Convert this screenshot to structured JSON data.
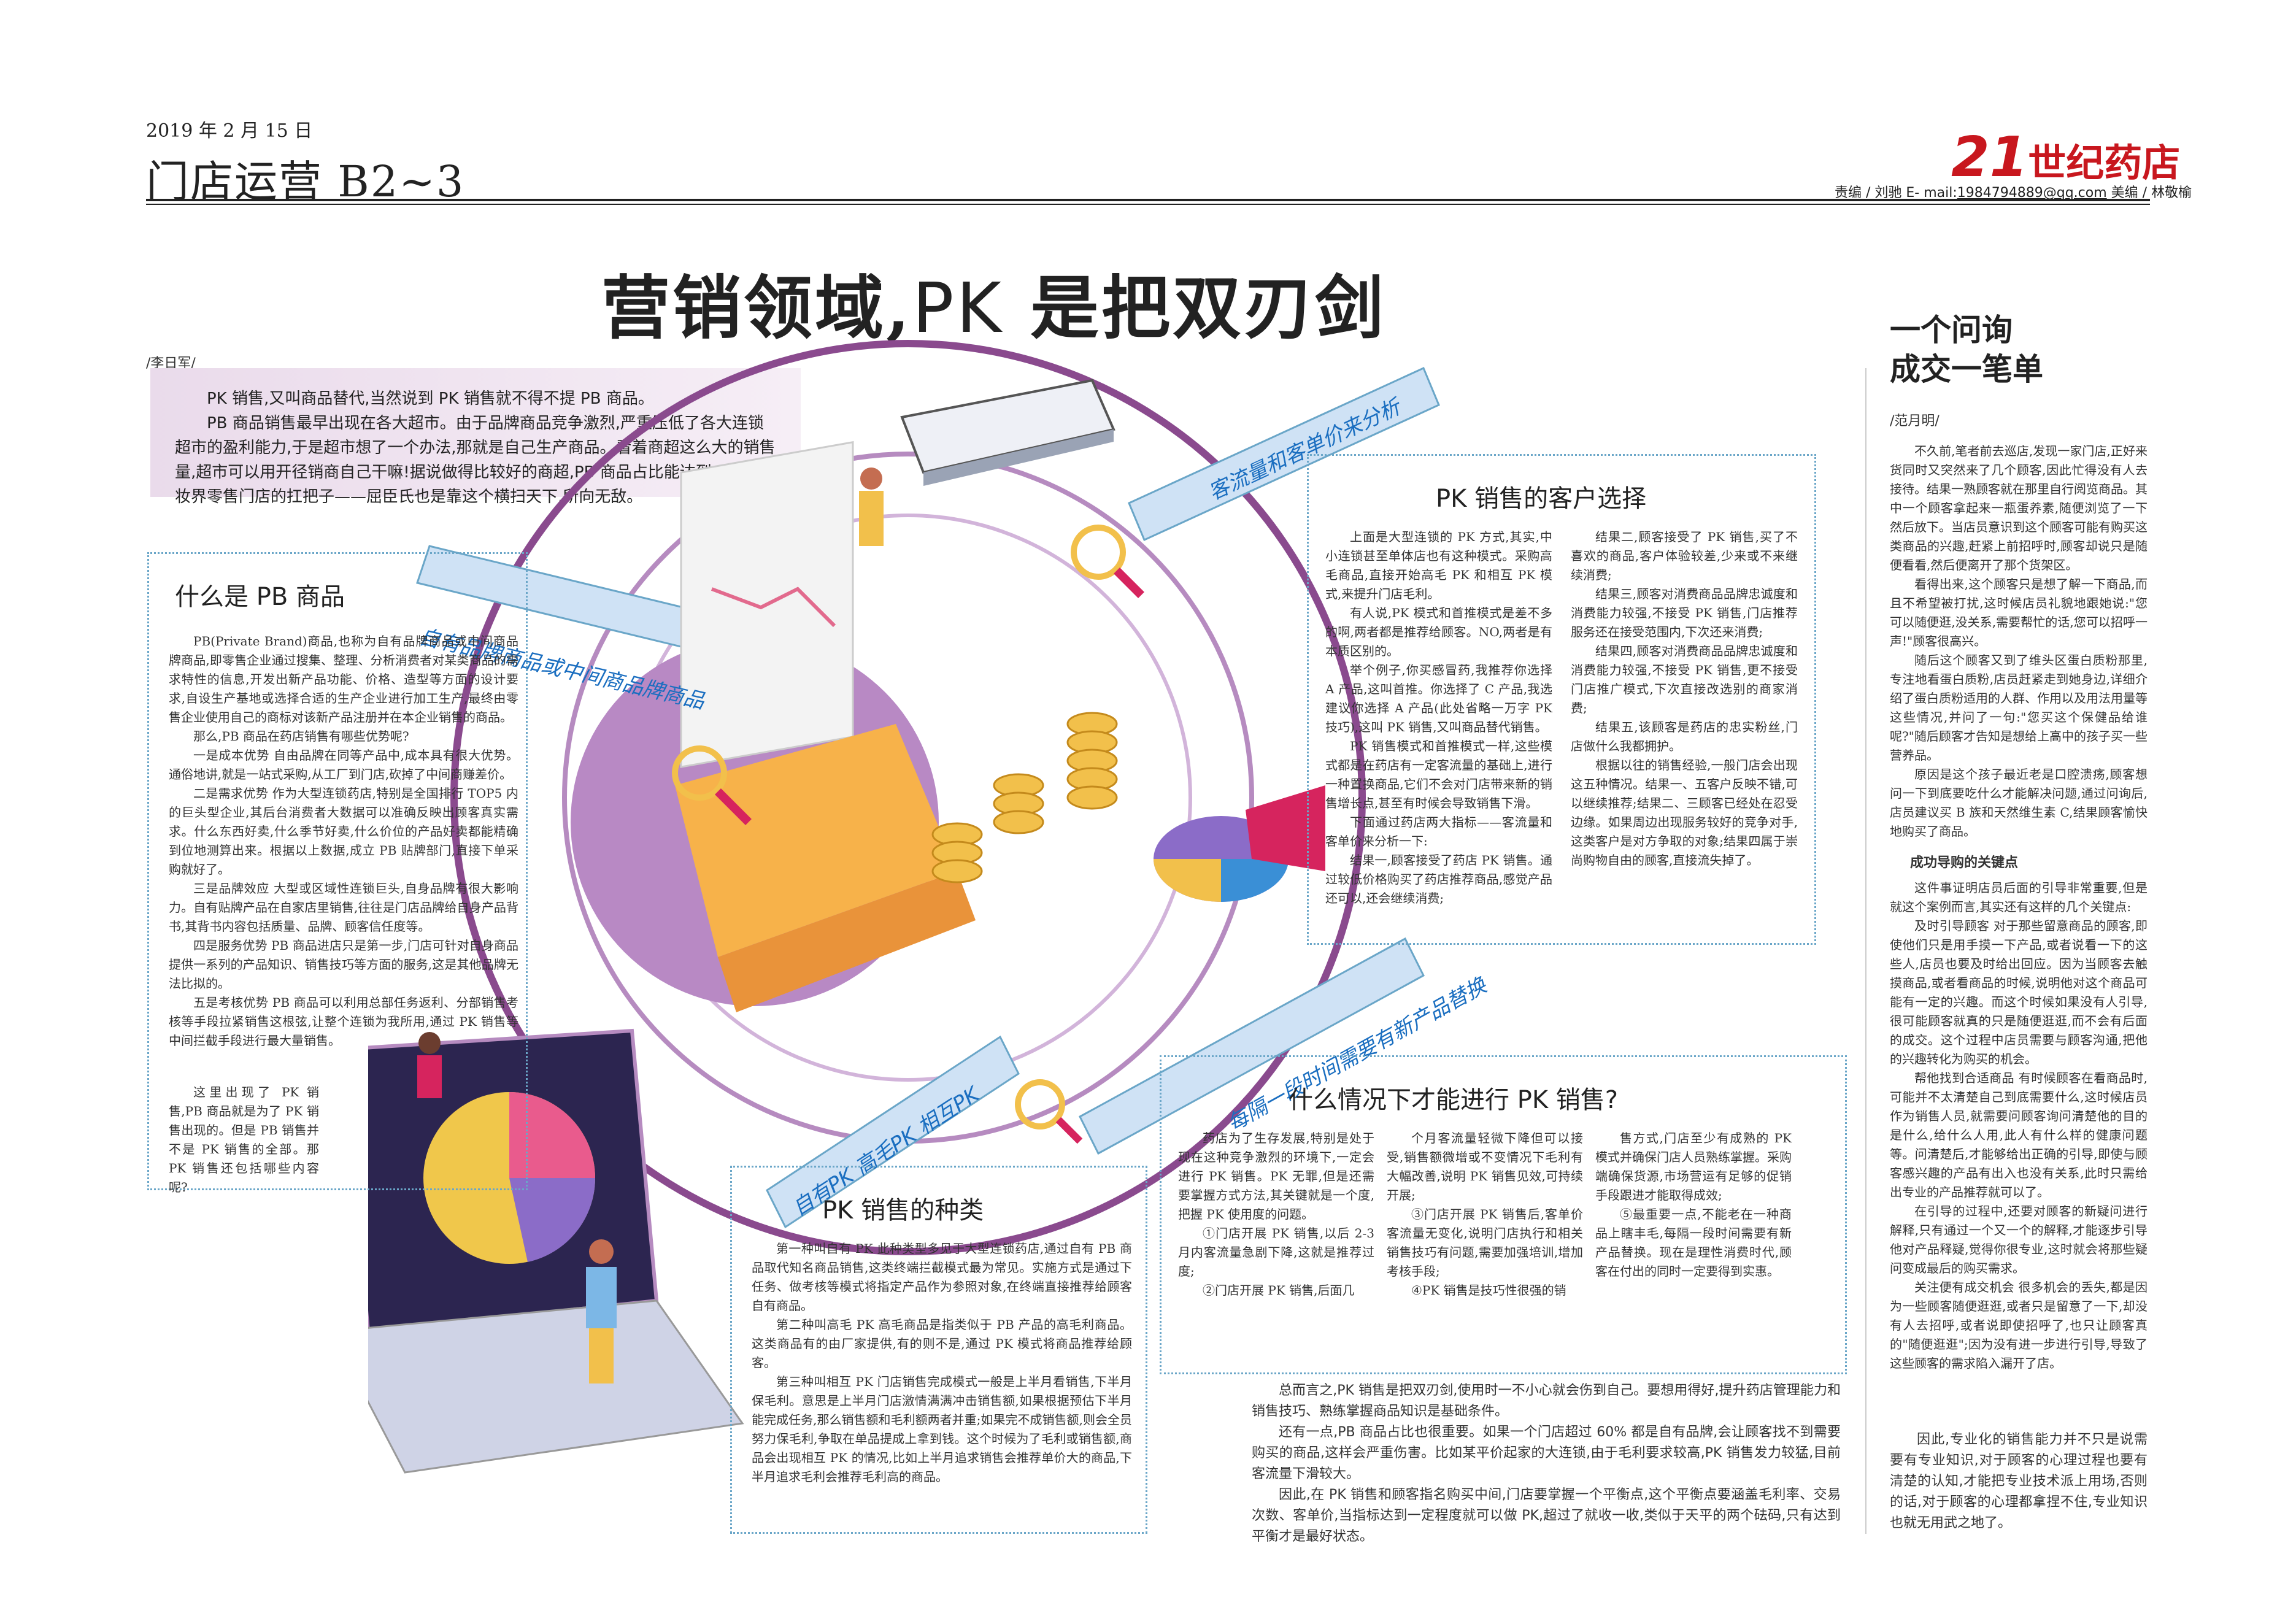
{
  "header": {
    "date": "2019 年 2 月 15 日",
    "section": "门店运营  B2~3",
    "logo_num": "21",
    "logo_text": "世纪药店",
    "credits_prefix": "责编 / 刘驰  E- mail:",
    "credits_email": "1984794889@qq.com",
    "credits_suffix": " 美编 / 林敬榆"
  },
  "main": {
    "title_a": "营销领域,",
    "title_pk": "PK",
    "title_b": " 是把双刃剑",
    "byline": "/李日军/",
    "lead": [
      "PK 销售,又叫商品替代,当然说到 PK 销售就不得不提 PB 商品。",
      "PB 商品销售最早出现在各大超市。由于品牌商品竞争激烈,严重压低了各大连锁超市的盈利能力,于是超市想了一个办法,那就是自己生产商品。看着商超这么大的销售量,超市可以用开径销商自己干嘛!据说做得比较好的商超,PB 商品占比能达到 40%,化妆界零售门店的扛把子——屈臣氏也是靠这个横扫天下,所向无敌。"
    ]
  },
  "banners": {
    "b1": "自有品牌商品或中间商品牌商品",
    "b2": "客流量和客单价来分析",
    "b3": "每隔一段时间需要有新产品替换",
    "b4": "自有PK 高毛PK 相互PK"
  },
  "pb": {
    "head": "什么是 PB 商品",
    "paras": [
      "PB(Private Brand)商品,也称为自有品牌商品或中间商品牌商品,即零售企业通过搜集、整理、分析消费者对某类商品的需求特性的信息,开发出新产品功能、价格、造型等方面的设计要求,自设生产基地或选择合适的生产企业进行加工生产,最终由零售企业使用自己的商标对该新产品注册并在本企业销售的商品。",
      "那么,PB 商品在药店销售有哪些优势呢?",
      "一是成本优势  自由品牌在同等产品中,成本具有很大优势。通俗地讲,就是一站式采购,从工厂到门店,砍掉了中间商赚差价。",
      "二是需求优势  作为大型连锁药店,特别是全国排行 TOP5 内的巨头型企业,其后台消费者大数据可以准确反映出顾客真实需求。什么东西好卖,什么季节好卖,什么价位的产品好卖都能精确到位地测算出来。根据以上数据,成立 PB 贴牌部门,直接下单采购就好了。",
      "三是品牌效应  大型或区域性连锁巨头,自身品牌有很大影响力。自有贴牌产品在自家店里销售,往往是门店品牌给自身产品背书,其背书内容包括质量、品牌、顾客信任度等。",
      "四是服务优势  PB 商品进店只是第一步,门店可针对自身商品提供一系列的产品知识、销售技巧等方面的服务,这是其他品牌无法比拟的。",
      "五是考核优势  PB 商品可以利用总部任务返利、分部销售考核等手段拉紧销售这根弦,让整个连锁为我所用,通过 PK 销售等中间拦截手段进行最大量销售。",
      "这里出现了 PK 销售,PB 商品就是为了 PK 销售出现的。但是 PB 销售并不是 PK 销售的全部。那 PK 销售还包括哪些内容呢?"
    ]
  },
  "kinds": {
    "head": "PK 销售的种类",
    "paras": [
      "第一种叫自有 PK  此种类型多见于大型连锁药店,通过自有 PB 商品取代知名商品销售,这类终端拦截模式最为常见。实施方式是通过下任务、做考核等模式将指定产品作为参照对象,在终端直接推荐给顾客自有商品。",
      "第二种叫高毛 PK  高毛商品是指类似于 PB 产品的高毛利商品。这类商品有的由厂家提供,有的则不是,通过 PK 模式将商品推荐给顾客。",
      "第三种叫相互 PK  门店销售完成模式一般是上半月看销售,下半月保毛利。意思是上半月门店激情满满冲击销售额,如果根据预估下半月能完成任务,那么销售额和毛利额两者并重;如果完不成销售额,则会全员努力保毛利,争取在单品提成上拿到钱。这个时候为了毛利或销售额,商品会出现相互 PK 的情况,比如上半月追求销售会推荐单价大的商品,下半月追求毛利会推荐毛利高的商品。"
    ]
  },
  "clients": {
    "head": "PK 销售的客户选择",
    "col1": [
      "上面是大型连锁的 PK 方式,其实,中小连锁甚至单体店也有这种模式。采购高毛商品,直接开始高毛 PK 和相互 PK 模式,来提升门店毛利。",
      "有人说,PK 模式和首推模式是差不多的啊,两者都是推荐给顾客。NO,两者是有本质区别的。",
      "举个例子,你买感冒药,我推荐你选择 A 产品,这叫首推。你选择了 C 产品,我选建议你选择 A 产品(此处省略一万字 PK 技巧),这叫 PK 销售,又叫商品替代销售。",
      "PK 销售模式和首推模式一样,这些模式都是在药店有一定客流量的基础上,进行一种置换商品,它们不会对门店带来新的销售增长点,甚至有时候会导致销售下滑。",
      "下面通过药店两大指标——客流量和客单价来分析一下:",
      "结果一,顾客接受了药店 PK 销售。通过较低价格购买了药店推荐商品,感觉产品还可以,还会继续消费;"
    ],
    "col2": [
      "结果二,顾客接受了 PK 销售,买了不喜欢的商品,客户体验较差,少来或不来继续消费;",
      "结果三,顾客对消费商品品牌忠诚度和消费能力较强,不接受 PK 销售,门店推荐服务还在接受范围内,下次还来消费;",
      "结果四,顾客对消费商品品牌忠诚度和消费能力较强,不接受 PK 销售,更不接受门店推广模式,下次直接改选别的商家消费;",
      "结果五,该顾客是药店的忠实粉丝,门店做什么我都拥护。",
      "根据以往的销售经验,一般门店会出现这五种情况。结果一、五客户反映不错,可以继续推荐;结果二、三顾客已经处在忍受边缘。如果周边出现服务较好的竞争对手,这类客户是对方争取的对象;结果四属于崇尚购物自由的顾客,直接流失掉了。"
    ]
  },
  "when": {
    "head": "什么情况下才能进行 PK 销售?",
    "col1": [
      "药店为了生存发展,特别是处于现在这种竞争激烈的环境下,一定会进行 PK 销售。PK 无罪,但是还需要掌握方式方法,其关键就是一个度,把握 PK 使用度的问题。",
      "①门店开展 PK 销售,以后 2-3 月内客流量急剧下降,这就是推荐过度;",
      "②门店开展 PK 销售,后面几"
    ],
    "col2": [
      "个月客流量轻微下降但可以接受,销售额微增或不变情况下毛利有大幅改善,说明 PK 销售见效,可持续开展;",
      "③门店开展 PK 销售后,客单价客流量无变化,说明门店执行和相关销售技巧有问题,需要加强培训,增加考核手段;",
      "④PK 销售是技巧性很强的销"
    ],
    "col3": [
      "售方式,门店至少有成熟的 PK 模式并确保门店人员熟练掌握。采购端确保货源,市场营运有足够的促销手段跟进才能取得成效;",
      "⑤最重要一点,不能老在一种商品上瞎丰毛,每隔一段时间需要有新产品替换。现在是理性消费时代,顾客在付出的同时一定要得到实惠。"
    ],
    "bottom": [
      "总而言之,PK 销售是把双刃剑,使用时一不小心就会伤到自己。要想用得好,提升药店管理能力和销售技巧、熟练掌握商品知识是基础条件。",
      "还有一点,PB 商品占比也很重要。如果一个门店超过 60% 都是自有品牌,会让顾客找不到需要购买的商品,这样会严重伤害。比如某平价起家的大连锁,由于毛利要求较高,PK 销售发力较猛,目前客流量下滑较大。",
      "因此,在 PK 销售和顾客指名购买中间,门店要掌握一个平衡点,这个平衡点要涵盖毛利率、交易次数、客单价,当指标达到一定程度就可以做 PK,超过了就收一收,类似于天平的两个砝码,只有达到平衡才是最好状态。"
    ]
  },
  "side": {
    "title1": "一个问询",
    "title2": "成交一笔单",
    "byline": "/范月明/",
    "paras1": [
      "不久前,笔者前去巡店,发现一家门店,正好来货同时又突然来了几个顾客,因此忙得没有人去接待。结果一熟顾客就在那里自行阅览商品。其中一个顾客拿起来一瓶蛋养素,随便浏览了一下然后放下。当店员意识到这个顾客可能有购买这类商品的兴趣,赶紧上前招呼时,顾客却说只是随便看看,然后便离开了那个货架区。",
      "看得出来,这个顾客只是想了解一下商品,而且不希望被打扰,这时候店员礼貌地跟她说:\"您可以随便逛,没关系,需要帮忙的话,您可以招呼一声!\"顾客很高兴。",
      "随后这个顾客又到了维头区蛋白质粉那里,专注地看蛋白质粉,店员赶紧走到她身边,详细介绍了蛋白质粉适用的人群、作用以及用法用量等这些情况,并问了一句:\"您买这个保健品给谁呢?\"随后顾客才告知是想给上高中的孩子买一些营养品。",
      "原因是这个孩子最近老是口腔溃疡,顾客想问一下到底要吃什么才能解决问题,通过问询后,店员建议买 B 族和天然维生素 C,结果顾客愉快地购买了商品。"
    ],
    "sub_head": "成功导购的关键点",
    "paras2": [
      "这件事证明店员后面的引导非常重要,但是就这个案例而言,其实还有这样的几个关键点:",
      "及时引导顾客  对于那些留意商品的顾客,即使他们只是用手摸一下产品,或者说看一下的这些人,店员也要及时给出回应。因为当顾客去触摸商品,或者看商品的时候,说明他对这个商品可能有一定的兴趣。而这个时候如果没有人引导,很可能顾客就真的只是随便逛逛,而不会有后面的成交。这个过程中店员需要与顾客沟通,把他的兴趣转化为购买的机会。",
      "帮他找到合适商品  有时候顾客在看商品时,可能并不太清楚自己到底需要什么,这时候店员作为销售人员,就需要问顾客询问清楚他的目的是什么,给什么人用,此人有什么样的健康问题等。问清楚后,才能够给出正确的引导,即使与顾客感兴趣的产品有出入也没有关系,此时只需给出专业的产品推荐就可以了。",
      "在引导的过程中,还要对顾客的新疑问进行解释,只有通过一个又一个的解释,才能逐步引导他对产品释疑,觉得你很专业,这时就会将那些疑问变成最后的购买需求。",
      "关注便有成交机会  很多机会的丢失,都是因为一些顾客随便逛逛,或者只是留意了一下,却没有人去招呼,或者说即使招呼了,也只让顾客真的\"随便逛逛\";因为没有进一步进行引导,导致了这些顾客的需求陷入漏开了店。"
    ],
    "closing": "因此,专业化的销售能力并不只是说需要有专业知识,对于顾客的心理过程也要有清楚的认知,才能把专业技术派上用场,否则的话,对于顾客的心理都拿捏不住,专业知识也就无用武之地了。"
  }
}
